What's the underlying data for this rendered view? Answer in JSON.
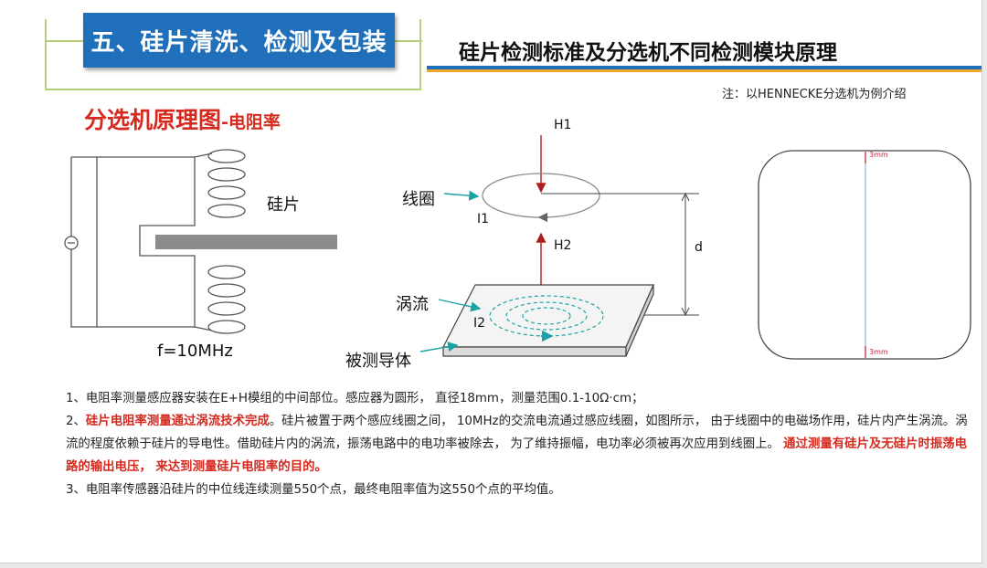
{
  "header": {
    "section_title": "五、硅片清洗、检测及包装",
    "page_title": "硅片检测标准及分选机不同检测模块原理",
    "note": "注：以HENNECKE分选机为例介绍"
  },
  "diagram": {
    "title_main": "分选机原理图",
    "title_sub": "-电阻率",
    "wafer_label": "硅片",
    "frequency_label": "f=10MHz",
    "h1_label": "H1",
    "h2_label": "H2",
    "coil_label": "线圈",
    "i1_label": "I1",
    "i2_label": "I2",
    "d_label": "d",
    "eddy_label": "涡流",
    "conductor_label": "被测导体",
    "margin_top_label": "3mm",
    "margin_bottom_label": "3mm"
  },
  "body": {
    "p1": "1、电阻率测量感应器安装在E+H模组的中间部位。感应器为圆形，  直径18mm，测量范围0.1-10Ω·cm；",
    "p2_prefix": "2、",
    "p2_red": "硅片电阻率测量通过涡流技术完成",
    "p2_rest": "。硅片被置于两个感应线圈之间，  10MHz的交流电流通过感应线圈，如图所示，  由于线圈中的电磁场作用，硅片内产生涡流。涡流的程度依赖于硅片的导电性。借助硅片内的涡流，振荡电路中的电功率被除去，  为了维持振幅，电功率必须被再次应用到线圈上。  ",
    "p2_red2": "通过测量有硅片及无硅片时振荡电路的输出电压，  来达到测量硅片电阻率的目的。",
    "p3": "3、电阻率传感器沿硅片的中位线连续测量550个点，最终电阻率值为这550个点的平均值。"
  }
}
